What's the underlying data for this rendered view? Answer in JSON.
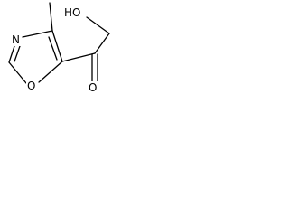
{
  "molecule": {
    "atoms": {
      "hydroxyl_oxygen": "HO",
      "ring_nitrogen": "N",
      "ring_oxygen": "O",
      "carbonyl_oxygen": "O"
    }
  },
  "colors": {
    "bond": "#000000",
    "label": "#000000",
    "background": "#ffffff"
  }
}
